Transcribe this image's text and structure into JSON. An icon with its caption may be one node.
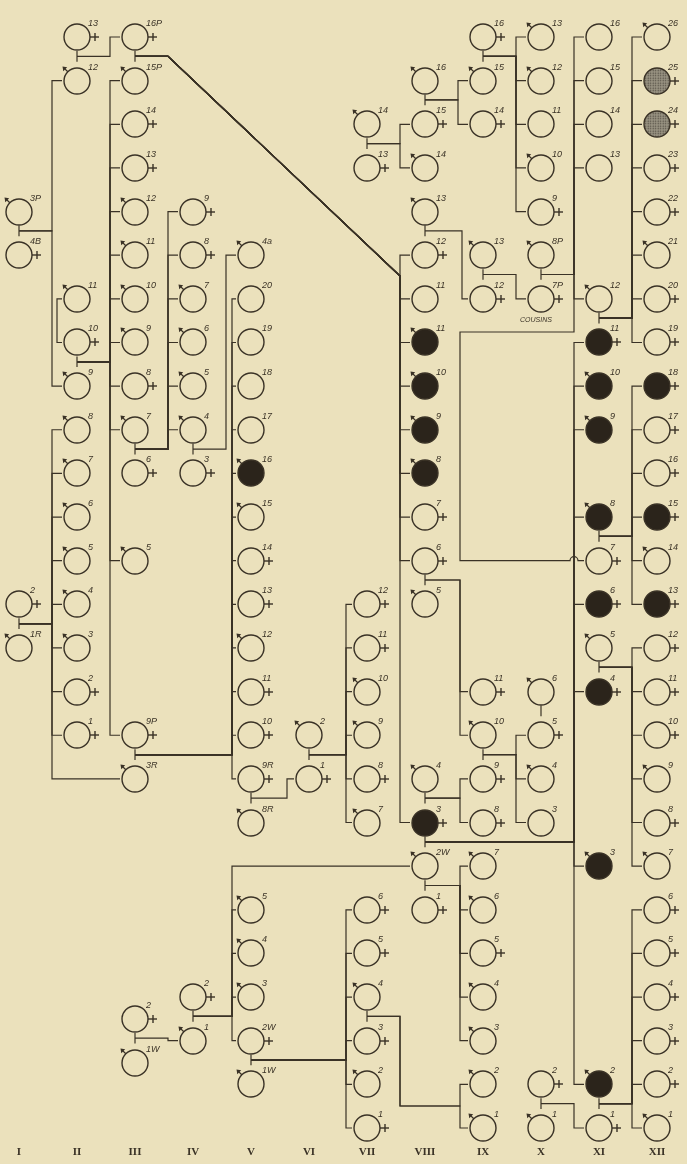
{
  "diagram": {
    "nodes": [
      {
        "text": [
          "3P"
        ]
      },
      {
        "text": [
          "4B"
        ]
      },
      {
        "text": [
          "2"
        ]
      },
      {
        "text": [
          "1R"
        ]
      },
      {
        "text": [
          "13"
        ]
      },
      {
        "text": [
          "12"
        ]
      },
      {
        "text": [
          "11"
        ]
      },
      {
        "text": [
          "10"
        ]
      },
      {
        "text": [
          "9"
        ]
      },
      {
        "text": [
          "8"
        ]
      },
      {
        "text": [
          "7"
        ]
      },
      {
        "text": [
          "6"
        ]
      },
      {
        "text": [
          "5"
        ]
      },
      {
        "text": [
          "4"
        ]
      },
      {
        "text": [
          "3"
        ]
      },
      {
        "text": [
          "2"
        ]
      },
      {
        "text": [
          "1"
        ]
      },
      {
        "text": [
          "16P"
        ]
      },
      {
        "text": [
          "15P"
        ]
      },
      {
        "text": [
          "14"
        ]
      },
      {
        "text": [
          "13"
        ]
      },
      {
        "text": [
          "12"
        ]
      },
      {
        "text": [
          "11"
        ]
      },
      {
        "text": [
          "10"
        ]
      },
      {
        "text": [
          "9"
        ]
      },
      {
        "text": [
          "8"
        ]
      },
      {
        "text": [
          "7"
        ]
      },
      {
        "text": [
          "6"
        ]
      },
      {
        "text": [
          "5"
        ]
      },
      {
        "text": [
          "9P"
        ]
      },
      {
        "text": [
          "3R"
        ]
      },
      {
        "text": [
          "2"
        ]
      },
      {
        "text": [
          "1W"
        ]
      },
      {
        "text": [
          "9"
        ]
      },
      {
        "text": [
          "8"
        ]
      },
      {
        "text": [
          "7"
        ]
      },
      {
        "text": [
          "6"
        ]
      },
      {
        "text": [
          "5"
        ]
      },
      {
        "text": [
          "4"
        ]
      },
      {
        "text": [
          "3"
        ]
      },
      {
        "text": [
          "2"
        ]
      },
      {
        "text": [
          "1"
        ]
      },
      {
        "text": [
          "4a"
        ]
      },
      {
        "text": [
          "20"
        ]
      },
      {
        "text": [
          "19"
        ]
      },
      {
        "text": [
          "18"
        ]
      },
      {
        "text": [
          "17"
        ]
      },
      {
        "text": [
          "16"
        ]
      },
      {
        "text": [
          "15"
        ]
      },
      {
        "text": [
          "14"
        ]
      },
      {
        "text": [
          "13"
        ]
      },
      {
        "text": [
          "12"
        ]
      },
      {
        "text": [
          "11"
        ]
      },
      {
        "text": [
          "10"
        ]
      },
      {
        "text": [
          "9R"
        ]
      },
      {
        "text": [
          "8R"
        ]
      },
      {
        "text": [
          "5"
        ]
      },
      {
        "text": [
          "4"
        ]
      },
      {
        "text": [
          "3"
        ]
      },
      {
        "text": [
          "2W"
        ]
      },
      {
        "text": [
          "1W"
        ]
      },
      {
        "text": [
          "2"
        ]
      },
      {
        "text": [
          "1"
        ]
      },
      {
        "text": [
          "14"
        ]
      },
      {
        "text": [
          "13"
        ]
      },
      {
        "text": [
          "12"
        ]
      },
      {
        "text": [
          "11"
        ]
      },
      {
        "text": [
          "10"
        ]
      },
      {
        "text": [
          "9"
        ]
      },
      {
        "text": [
          "8"
        ]
      },
      {
        "text": [
          "7"
        ]
      },
      {
        "text": [
          "6"
        ]
      },
      {
        "text": [
          "5"
        ]
      },
      {
        "text": [
          "4"
        ]
      },
      {
        "text": [
          "3"
        ]
      },
      {
        "text": [
          "2"
        ]
      },
      {
        "text": [
          "1"
        ]
      },
      {
        "text": [
          "16"
        ]
      },
      {
        "text": [
          "15"
        ]
      },
      {
        "text": [
          "14"
        ]
      },
      {
        "text": [
          "13"
        ]
      },
      {
        "text": [
          "12"
        ]
      },
      {
        "text": [
          "11"
        ]
      },
      {
        "text": [
          "11"
        ]
      },
      {
        "text": [
          "10"
        ]
      },
      {
        "text": [
          "9"
        ]
      },
      {
        "text": [
          "8"
        ]
      },
      {
        "text": [
          "7"
        ]
      },
      {
        "text": [
          "6"
        ]
      },
      {
        "text": [
          "5"
        ]
      },
      {
        "text": [
          "4"
        ]
      },
      {
        "text": [
          "3"
        ]
      },
      {
        "text": [
          "2W"
        ]
      },
      {
        "text": [
          "1"
        ]
      },
      {
        "text": [
          "16"
        ]
      },
      {
        "text": [
          "15"
        ]
      },
      {
        "text": [
          "14"
        ]
      },
      {
        "text": [
          "13"
        ]
      },
      {
        "text": [
          "12"
        ]
      },
      {
        "text": [
          "11"
        ]
      },
      {
        "text": [
          "10"
        ]
      },
      {
        "text": [
          "9"
        ]
      },
      {
        "text": [
          "8"
        ]
      },
      {
        "text": [
          "7"
        ]
      },
      {
        "text": [
          "6"
        ]
      },
      {
        "text": [
          "5"
        ]
      },
      {
        "text": [
          "4"
        ]
      },
      {
        "text": [
          "3"
        ]
      },
      {
        "text": [
          "2"
        ]
      },
      {
        "text": [
          "1"
        ]
      },
      {
        "text": [
          "13"
        ]
      },
      {
        "text": [
          "12"
        ]
      },
      {
        "text": [
          "11"
        ]
      },
      {
        "text": [
          "10"
        ]
      },
      {
        "text": [
          "9"
        ]
      },
      {
        "text": [
          "8P"
        ]
      },
      {
        "text": [
          "7P"
        ]
      },
      {
        "text": [
          "6"
        ]
      },
      {
        "text": [
          "5"
        ]
      },
      {
        "text": [
          "4"
        ]
      },
      {
        "text": [
          "3"
        ]
      },
      {
        "text": [
          "2"
        ]
      },
      {
        "text": [
          "1"
        ]
      },
      {
        "text": [
          "16"
        ]
      },
      {
        "text": [
          "15"
        ]
      },
      {
        "text": [
          "14"
        ]
      },
      {
        "text": [
          "13"
        ]
      },
      {
        "text": [
          "12"
        ]
      },
      {
        "text": [
          "11"
        ]
      },
      {
        "text": [
          "10"
        ]
      },
      {
        "text": [
          "9"
        ]
      },
      {
        "text": [
          "8"
        ]
      },
      {
        "text": [
          "7"
        ]
      },
      {
        "text": [
          "6"
        ]
      },
      {
        "text": [
          "5"
        ]
      },
      {
        "text": [
          "4"
        ]
      },
      {
        "text": [
          "3"
        ]
      },
      {
        "text": [
          "2"
        ]
      },
      {
        "text": [
          "1"
        ]
      },
      {
        "text": [
          "26"
        ]
      },
      {
        "text": [
          "25"
        ]
      },
      {
        "text": [
          "24"
        ]
      },
      {
        "text": [
          "23"
        ]
      },
      {
        "text": [
          "22"
        ]
      },
      {
        "text": [
          "21"
        ]
      },
      {
        "text": [
          "20"
        ]
      },
      {
        "text": [
          "19"
        ]
      },
      {
        "text": [
          "18"
        ]
      },
      {
        "text": [
          "17"
        ]
      },
      {
        "text": [
          "16"
        ]
      },
      {
        "text": [
          "15"
        ]
      },
      {
        "text": [
          "14"
        ]
      },
      {
        "text": [
          "13"
        ]
      },
      {
        "text": [
          "12"
        ]
      },
      {
        "text": [
          "11"
        ]
      },
      {
        "text": [
          "10"
        ]
      },
      {
        "text": [
          "9"
        ]
      },
      {
        "text": [
          "8"
        ]
      },
      {
        "text": [
          "7"
        ]
      },
      {
        "text": [
          "6"
        ]
      },
      {
        "text": [
          "5"
        ]
      },
      {
        "text": [
          "4"
        ]
      },
      {
        "text": [
          "3"
        ]
      },
      {
        "text": [
          "2"
        ]
      },
      {
        "text": [
          "1"
        ]
      }
    ],
    "edges": [
      {
        "from": 0,
        "to": 1,
        "arrow": "none"
      },
      {
        "from": 0,
        "to": 5,
        "arrow": "none"
      },
      {
        "from": 0,
        "to": 8,
        "arrow": "none"
      },
      {
        "from": 6,
        "to": 7,
        "arrow": "none"
      },
      {
        "from": 4,
        "to": 5,
        "arrow": "none"
      },
      {
        "from": 4,
        "to": 17,
        "arrow": "none"
      },
      {
        "from": 7,
        "to": 8,
        "arrow": "none"
      },
      {
        "from": 7,
        "to": 18,
        "arrow": "none"
      },
      {
        "from": 7,
        "to": 19,
        "arrow": "none"
      },
      {
        "from": 7,
        "to": 20,
        "arrow": "none"
      },
      {
        "from": 7,
        "to": 21,
        "arrow": "none"
      },
      {
        "from": 7,
        "to": 22,
        "arrow": "none"
      },
      {
        "from": 7,
        "to": 23,
        "arrow": "none"
      },
      {
        "from": 7,
        "to": 24,
        "arrow": "none"
      },
      {
        "from": 7,
        "to": 25,
        "arrow": "none"
      },
      {
        "from": 7,
        "to": 26,
        "arrow": "none"
      },
      {
        "from": 7,
        "to": 28,
        "arrow": "none"
      },
      {
        "from": 7,
        "to": 29,
        "arrow": "none"
      },
      {
        "from": 2,
        "to": 3,
        "arrow": "none"
      },
      {
        "from": 2,
        "to": 9,
        "arrow": "none"
      },
      {
        "from": 2,
        "to": 10,
        "arrow": "none"
      },
      {
        "from": 2,
        "to": 11,
        "arrow": "none"
      },
      {
        "from": 2,
        "to": 12,
        "arrow": "none"
      },
      {
        "from": 2,
        "to": 13,
        "arrow": "none"
      },
      {
        "from": 2,
        "to": 14,
        "arrow": "none"
      },
      {
        "from": 2,
        "to": 15,
        "arrow": "none"
      },
      {
        "from": 2,
        "to": 16,
        "arrow": "none"
      },
      {
        "from": 2,
        "to": 30,
        "arrow": "none"
      },
      {
        "from": 17,
        "to": 18,
        "arrow": "none"
      },
      {
        "from": 17,
        "to": 81,
        "arrow": "none"
      },
      {
        "from": 17,
        "to": 82,
        "arrow": "none"
      },
      {
        "from": 17,
        "to": 83,
        "arrow": "none"
      },
      {
        "from": 17,
        "to": 84,
        "arrow": "none"
      },
      {
        "from": 17,
        "to": 85,
        "arrow": "none"
      },
      {
        "from": 17,
        "to": 86,
        "arrow": "none"
      },
      {
        "from": 17,
        "to": 87,
        "arrow": "none"
      },
      {
        "from": 17,
        "to": 88,
        "arrow": "none"
      },
      {
        "from": 17,
        "to": 91,
        "arrow": "none"
      },
      {
        "from": 26,
        "to": 27,
        "arrow": "none"
      },
      {
        "from": 26,
        "to": 33,
        "arrow": "none"
      },
      {
        "from": 26,
        "to": 34,
        "arrow": "none"
      },
      {
        "from": 26,
        "to": 35,
        "arrow": "none"
      },
      {
        "from": 26,
        "to": 36,
        "arrow": "none"
      },
      {
        "from": 26,
        "to": 37,
        "arrow": "none"
      },
      {
        "from": 26,
        "to": 38,
        "arrow": "none"
      },
      {
        "from": 38,
        "to": 39,
        "arrow": "none"
      },
      {
        "from": 38,
        "to": 42,
        "arrow": "none"
      },
      {
        "from": 29,
        "to": 30,
        "arrow": "none"
      },
      {
        "from": 29,
        "to": 43,
        "arrow": "none"
      },
      {
        "from": 29,
        "to": 44,
        "arrow": "none"
      },
      {
        "from": 29,
        "to": 45,
        "arrow": "none"
      },
      {
        "from": 29,
        "to": 46,
        "arrow": "none"
      },
      {
        "from": 29,
        "to": 47,
        "arrow": "none"
      },
      {
        "from": 29,
        "to": 48,
        "arrow": "none"
      },
      {
        "from": 29,
        "to": 49,
        "arrow": "none"
      },
      {
        "from": 29,
        "to": 50,
        "arrow": "none"
      },
      {
        "from": 29,
        "to": 51,
        "arrow": "none"
      },
      {
        "from": 29,
        "to": 52,
        "arrow": "none"
      },
      {
        "from": 29,
        "to": 53,
        "arrow": "none"
      },
      {
        "from": 29,
        "to": 54,
        "arrow": "none"
      },
      {
        "from": 54,
        "to": 55,
        "arrow": "none"
      },
      {
        "from": 54,
        "to": 62,
        "arrow": "none"
      },
      {
        "from": 61,
        "to": 62,
        "arrow": "none"
      },
      {
        "from": 61,
        "to": 65,
        "arrow": "none"
      },
      {
        "from": 61,
        "to": 66,
        "arrow": "none"
      },
      {
        "from": 61,
        "to": 67,
        "arrow": "none"
      },
      {
        "from": 61,
        "to": 68,
        "arrow": "none"
      },
      {
        "from": 61,
        "to": 69,
        "arrow": "none"
      },
      {
        "from": 61,
        "to": 70,
        "arrow": "none"
      },
      {
        "from": 31,
        "to": 32,
        "arrow": "none"
      },
      {
        "from": 31,
        "to": 41,
        "arrow": "none"
      },
      {
        "from": 40,
        "to": 41,
        "arrow": "none"
      },
      {
        "from": 40,
        "to": 92,
        "arrow": "none"
      },
      {
        "from": 40,
        "to": 56,
        "arrow": "none"
      },
      {
        "from": 40,
        "to": 57,
        "arrow": "none"
      },
      {
        "from": 40,
        "to": 58,
        "arrow": "none"
      },
      {
        "from": 40,
        "to": 59,
        "arrow": "none"
      },
      {
        "from": 59,
        "to": 60,
        "arrow": "none"
      },
      {
        "from": 59,
        "to": 71,
        "arrow": "none"
      },
      {
        "from": 59,
        "to": 72,
        "arrow": "none"
      },
      {
        "from": 59,
        "to": 73,
        "arrow": "none"
      },
      {
        "from": 59,
        "to": 74,
        "arrow": "none"
      },
      {
        "from": 59,
        "to": 75,
        "arrow": "none"
      },
      {
        "from": 59,
        "to": 76,
        "arrow": "none"
      },
      {
        "from": 73,
        "to": 74,
        "arrow": "none"
      },
      {
        "from": 73,
        "to": 108,
        "arrow": "none"
      },
      {
        "from": 73,
        "to": 109,
        "arrow": "none"
      },
      {
        "from": 63,
        "to": 64,
        "arrow": "none"
      },
      {
        "from": 63,
        "to": 78,
        "arrow": "none"
      },
      {
        "from": 63,
        "to": 79,
        "arrow": "none"
      },
      {
        "from": 77,
        "to": 78,
        "arrow": "none"
      },
      {
        "from": 77,
        "to": 95,
        "arrow": "none"
      },
      {
        "from": 77,
        "to": 96,
        "arrow": "none"
      },
      {
        "from": 80,
        "to": 81,
        "arrow": "none"
      },
      {
        "from": 80,
        "to": 98,
        "arrow": "none"
      },
      {
        "from": 97,
        "to": 98,
        "arrow": "none"
      },
      {
        "from": 97,
        "to": 116,
        "arrow": "none"
      },
      {
        "from": 94,
        "to": 95,
        "arrow": "none"
      },
      {
        "from": 94,
        "to": 110,
        "arrow": "none"
      },
      {
        "from": 94,
        "to": 111,
        "arrow": "none"
      },
      {
        "from": 94,
        "to": 112,
        "arrow": "none"
      },
      {
        "from": 94,
        "to": 113,
        "arrow": "none"
      },
      {
        "from": 94,
        "to": 114,
        "arrow": "none"
      },
      {
        "from": 115,
        "to": 116,
        "arrow": "none"
      },
      {
        "from": 115,
        "to": 123,
        "arrow": "none"
      },
      {
        "from": 115,
        "to": 124,
        "arrow": "none"
      },
      {
        "from": 115,
        "to": 125,
        "arrow": "none"
      },
      {
        "from": 115,
        "to": 126,
        "arrow": "none"
      },
      {
        "from": 115,
        "to": 127,
        "arrow": "none"
      },
      {
        "from": 115,
        "to": 132,
        "arrow": "none"
      },
      {
        "from": 88,
        "to": 89,
        "arrow": "none"
      },
      {
        "from": 88,
        "to": 99,
        "arrow": "none"
      },
      {
        "from": 88,
        "to": 100,
        "arrow": "none"
      },
      {
        "from": 90,
        "to": 91,
        "arrow": "none"
      },
      {
        "from": 90,
        "to": 101,
        "arrow": "none"
      },
      {
        "from": 90,
        "to": 102,
        "arrow": "none"
      },
      {
        "from": 91,
        "to": 92,
        "arrow": "none"
      },
      {
        "from": 91,
        "to": 128,
        "arrow": "none"
      },
      {
        "from": 91,
        "to": 129,
        "arrow": "none"
      },
      {
        "from": 91,
        "to": 130,
        "arrow": "none"
      },
      {
        "from": 91,
        "to": 131,
        "arrow": "none"
      },
      {
        "from": 91,
        "to": 133,
        "arrow": "none"
      },
      {
        "from": 91,
        "to": 135,
        "arrow": "none"
      },
      {
        "from": 91,
        "to": 136,
        "arrow": "none"
      },
      {
        "from": 91,
        "to": 137,
        "arrow": "none"
      },
      {
        "from": 92,
        "to": 93,
        "arrow": "none"
      },
      {
        "from": 92,
        "to": 103,
        "arrow": "none"
      },
      {
        "from": 92,
        "to": 104,
        "arrow": "none"
      },
      {
        "from": 92,
        "to": 105,
        "arrow": "none"
      },
      {
        "from": 92,
        "to": 106,
        "arrow": "none"
      },
      {
        "from": 92,
        "to": 107,
        "arrow": "none"
      },
      {
        "from": 100,
        "to": 101,
        "arrow": "none"
      },
      {
        "from": 100,
        "to": 118,
        "arrow": "none"
      },
      {
        "from": 100,
        "to": 119,
        "arrow": "none"
      },
      {
        "from": 100,
        "to": 120,
        "arrow": "none"
      },
      {
        "from": 121,
        "to": 122,
        "arrow": "none"
      },
      {
        "from": 121,
        "to": 138,
        "arrow": "none"
      },
      {
        "from": 127,
        "to": 128,
        "arrow": "none"
      },
      {
        "from": 127,
        "to": 139,
        "arrow": "none"
      },
      {
        "from": 127,
        "to": 140,
        "arrow": "none"
      },
      {
        "from": 127,
        "to": 141,
        "arrow": "none"
      },
      {
        "from": 127,
        "to": 142,
        "arrow": "none"
      },
      {
        "from": 127,
        "to": 143,
        "arrow": "none"
      },
      {
        "from": 127,
        "to": 144,
        "arrow": "none"
      },
      {
        "from": 127,
        "to": 145,
        "arrow": "none"
      },
      {
        "from": 127,
        "to": 146,
        "arrow": "none"
      },
      {
        "from": 131,
        "to": 132,
        "arrow": "none"
      },
      {
        "from": 131,
        "to": 147,
        "arrow": "none"
      },
      {
        "from": 131,
        "to": 148,
        "arrow": "none"
      },
      {
        "from": 131,
        "to": 149,
        "arrow": "none"
      },
      {
        "from": 131,
        "to": 150,
        "arrow": "none"
      },
      {
        "from": 131,
        "to": 151,
        "arrow": "none"
      },
      {
        "from": 131,
        "to": 152,
        "arrow": "none"
      },
      {
        "from": 134,
        "to": 135,
        "arrow": "none"
      },
      {
        "from": 134,
        "to": 153,
        "arrow": "none"
      },
      {
        "from": 134,
        "to": 154,
        "arrow": "none"
      },
      {
        "from": 134,
        "to": 155,
        "arrow": "none"
      },
      {
        "from": 134,
        "to": 156,
        "arrow": "none"
      },
      {
        "from": 134,
        "to": 157,
        "arrow": "none"
      },
      {
        "from": 134,
        "to": 158,
        "arrow": "none"
      },
      {
        "from": 137,
        "to": 138,
        "arrow": "none"
      },
      {
        "from": 137,
        "to": 159,
        "arrow": "none"
      },
      {
        "from": 137,
        "to": 160,
        "arrow": "none"
      },
      {
        "from": 137,
        "to": 161,
        "arrow": "none"
      },
      {
        "from": 137,
        "to": 162,
        "arrow": "none"
      },
      {
        "from": 137,
        "to": 163,
        "arrow": "none"
      },
      {
        "from": 137,
        "to": 164,
        "arrow": "none"
      },
      {
        "from": 117,
        "to": 118,
        "arrow": "none"
      }
    ],
    "labels": [
      "I",
      "II",
      "III",
      "IV",
      "V",
      "VI",
      "VII",
      "VIII",
      "IX",
      "X",
      "XI",
      "XII",
      "COUSINS"
    ]
  }
}
